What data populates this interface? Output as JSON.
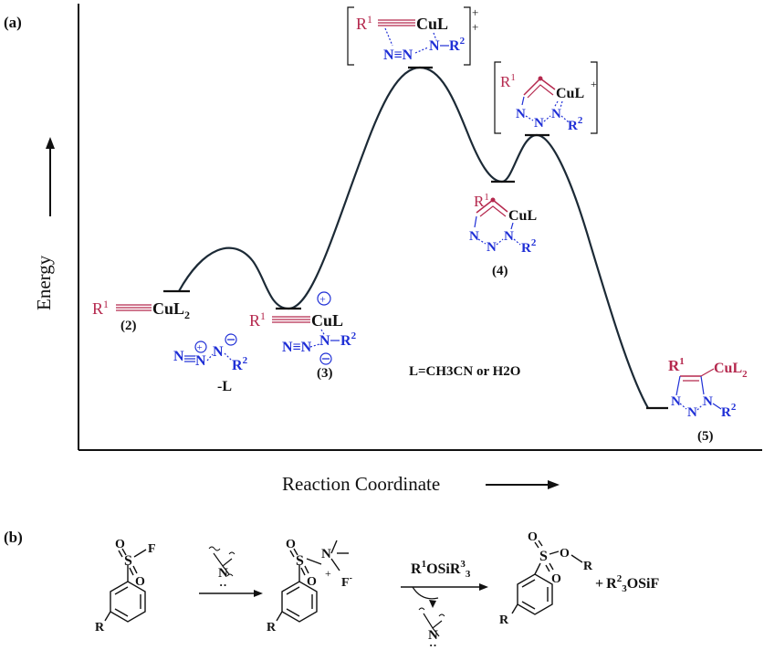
{
  "panel_a": {
    "label": "(a)",
    "y_axis_label": "Energy",
    "x_axis_label": "Reaction Coordinate",
    "species": {
      "s2": {
        "r": "R",
        "r_sup": "1",
        "metal": "CuL",
        "metal_sub": "2",
        "num": "(2)"
      },
      "azide": {
        "n1": "N",
        "n2": "N",
        "n3": "N",
        "r": "R",
        "r_sup": "2",
        "minus_l": "-L"
      },
      "s3": {
        "r": "R",
        "r_sup": "1",
        "metal": "CuL",
        "n_chain": "N≡N",
        "n_end": "N",
        "r2": "R",
        "r2_sup": "2",
        "num": "(3)"
      },
      "ts1": {
        "r": "R",
        "r_sup": "1",
        "metal": "CuL",
        "n_chain": "N≡N",
        "n_end": "N",
        "r2": "R",
        "r2_sup": "2",
        "charge": "+",
        "charge2": "+"
      },
      "ts2": {
        "r": "R",
        "r_sup": "1",
        "metal": "CuL",
        "charge": "+",
        "n1": "N",
        "n2": "N",
        "n3": "N",
        "r2": "R",
        "r2_sup": "2"
      },
      "s4": {
        "r": "R",
        "r_sup": "1",
        "metal": "CuL",
        "n1": "N",
        "n2": "N",
        "n3": "N",
        "r2": "R",
        "r2_sup": "2",
        "num": "(4)"
      },
      "s5": {
        "r": "R",
        "r_sup": "1",
        "metal": "CuL",
        "metal_sub": "2",
        "n1": "N",
        "n2": "N",
        "n3": "N",
        "r2": "R",
        "r2_sup": "2",
        "num": "(5)"
      }
    },
    "ligand_note": "L=CH3CN or H2O"
  },
  "panel_b": {
    "label": "(b)",
    "sulfonyl": {
      "s": "S",
      "o": "O",
      "f": "F",
      "r": "R"
    },
    "amine": {
      "n": "N",
      "dots": "··"
    },
    "intermediate": {
      "s": "S",
      "o": "O",
      "n": "N",
      "plus": "+",
      "f_minus": "F",
      "minus": "-",
      "r": "R"
    },
    "reagent": {
      "text": "R",
      "sup1": "1",
      "mid": "OSiR",
      "sup2": "3",
      "sub": "3"
    },
    "product": {
      "s": "S",
      "o": "O",
      "or": "R",
      "r": "R"
    },
    "byproduct": {
      "plus": "+",
      "text": "R",
      "sup": "2",
      "mid": "3",
      "end": "OSiF"
    }
  },
  "colors": {
    "red": "#b5294e",
    "blue": "#1f2fd6",
    "black": "#111111",
    "curve": "#1c2a36"
  }
}
